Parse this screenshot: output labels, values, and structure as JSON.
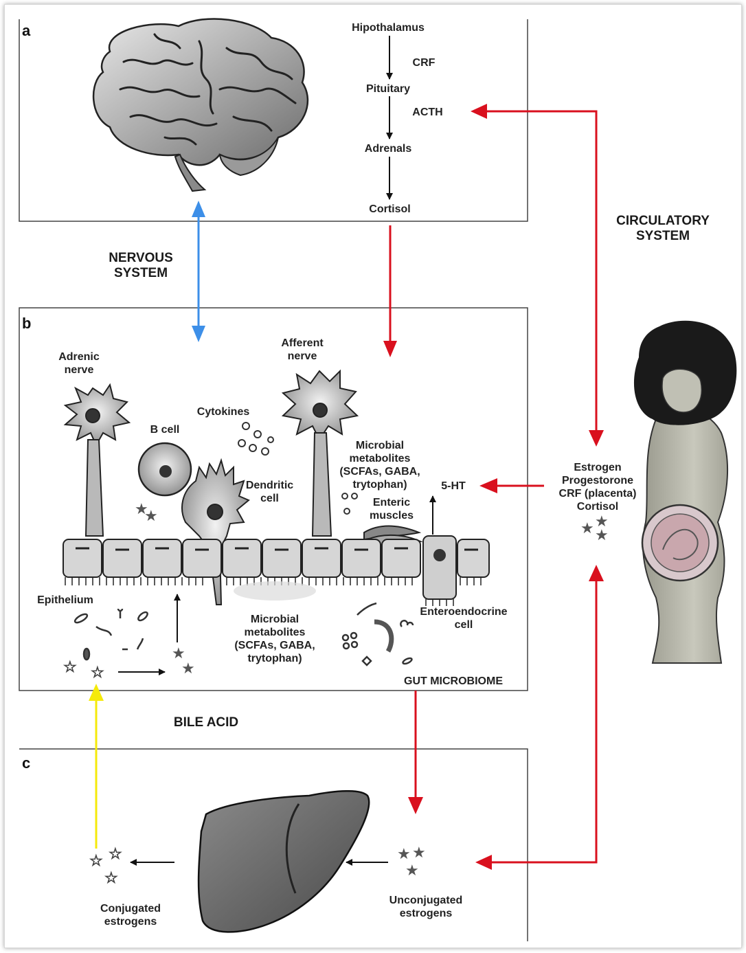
{
  "panels": {
    "a": "a",
    "b": "b",
    "c": "c"
  },
  "hpa": {
    "hypothalamus": "Hipothalamus",
    "crf": "CRF",
    "pituitary": "Pituitary",
    "acth": "ACTH",
    "adrenals": "Adrenals",
    "cortisol": "Cortisol"
  },
  "systems": {
    "nervous": "NERVOUS\nSYSTEM",
    "circulatory": "CIRCULATORY\nSYSTEM",
    "bile_acid": "BILE ACID",
    "gut_microbiome": "GUT MICROBIOME"
  },
  "gut_labels": {
    "adrenic_nerve": "Adrenic\nnerve",
    "afferent_nerve": "Afferent\nnerve",
    "b_cell": "B cell",
    "cytokines": "Cytokines",
    "dendritic_cell": "Dendritic\ncell",
    "microbial_metabolites_top": "Microbial\nmetabolites\n(SCFAs, GABA,\ntrytophan)",
    "enteric_muscles": "Enteric\nmuscles",
    "serotonin": "5-HT",
    "epithelium": "Epithelium",
    "microbial_metabolites_bottom": "Microbial\nmetabolites\n(SCFAs, GABA,\ntrytophan)",
    "enteroendocrine_cell": "Enteroendocrine\ncell"
  },
  "hormones": "Estrogen\nProgestorone\nCRF (placenta)\nCortisol",
  "estrogens": {
    "conjugated": "Conjugated\nestrogens",
    "unconjugated": "Unconjugated\nestrogens"
  },
  "colors": {
    "red_arrow": "#d9101e",
    "blue_arrow": "#3d8fe8",
    "yellow_arrow": "#f5ea0a",
    "ink": "#1a1a1a"
  }
}
